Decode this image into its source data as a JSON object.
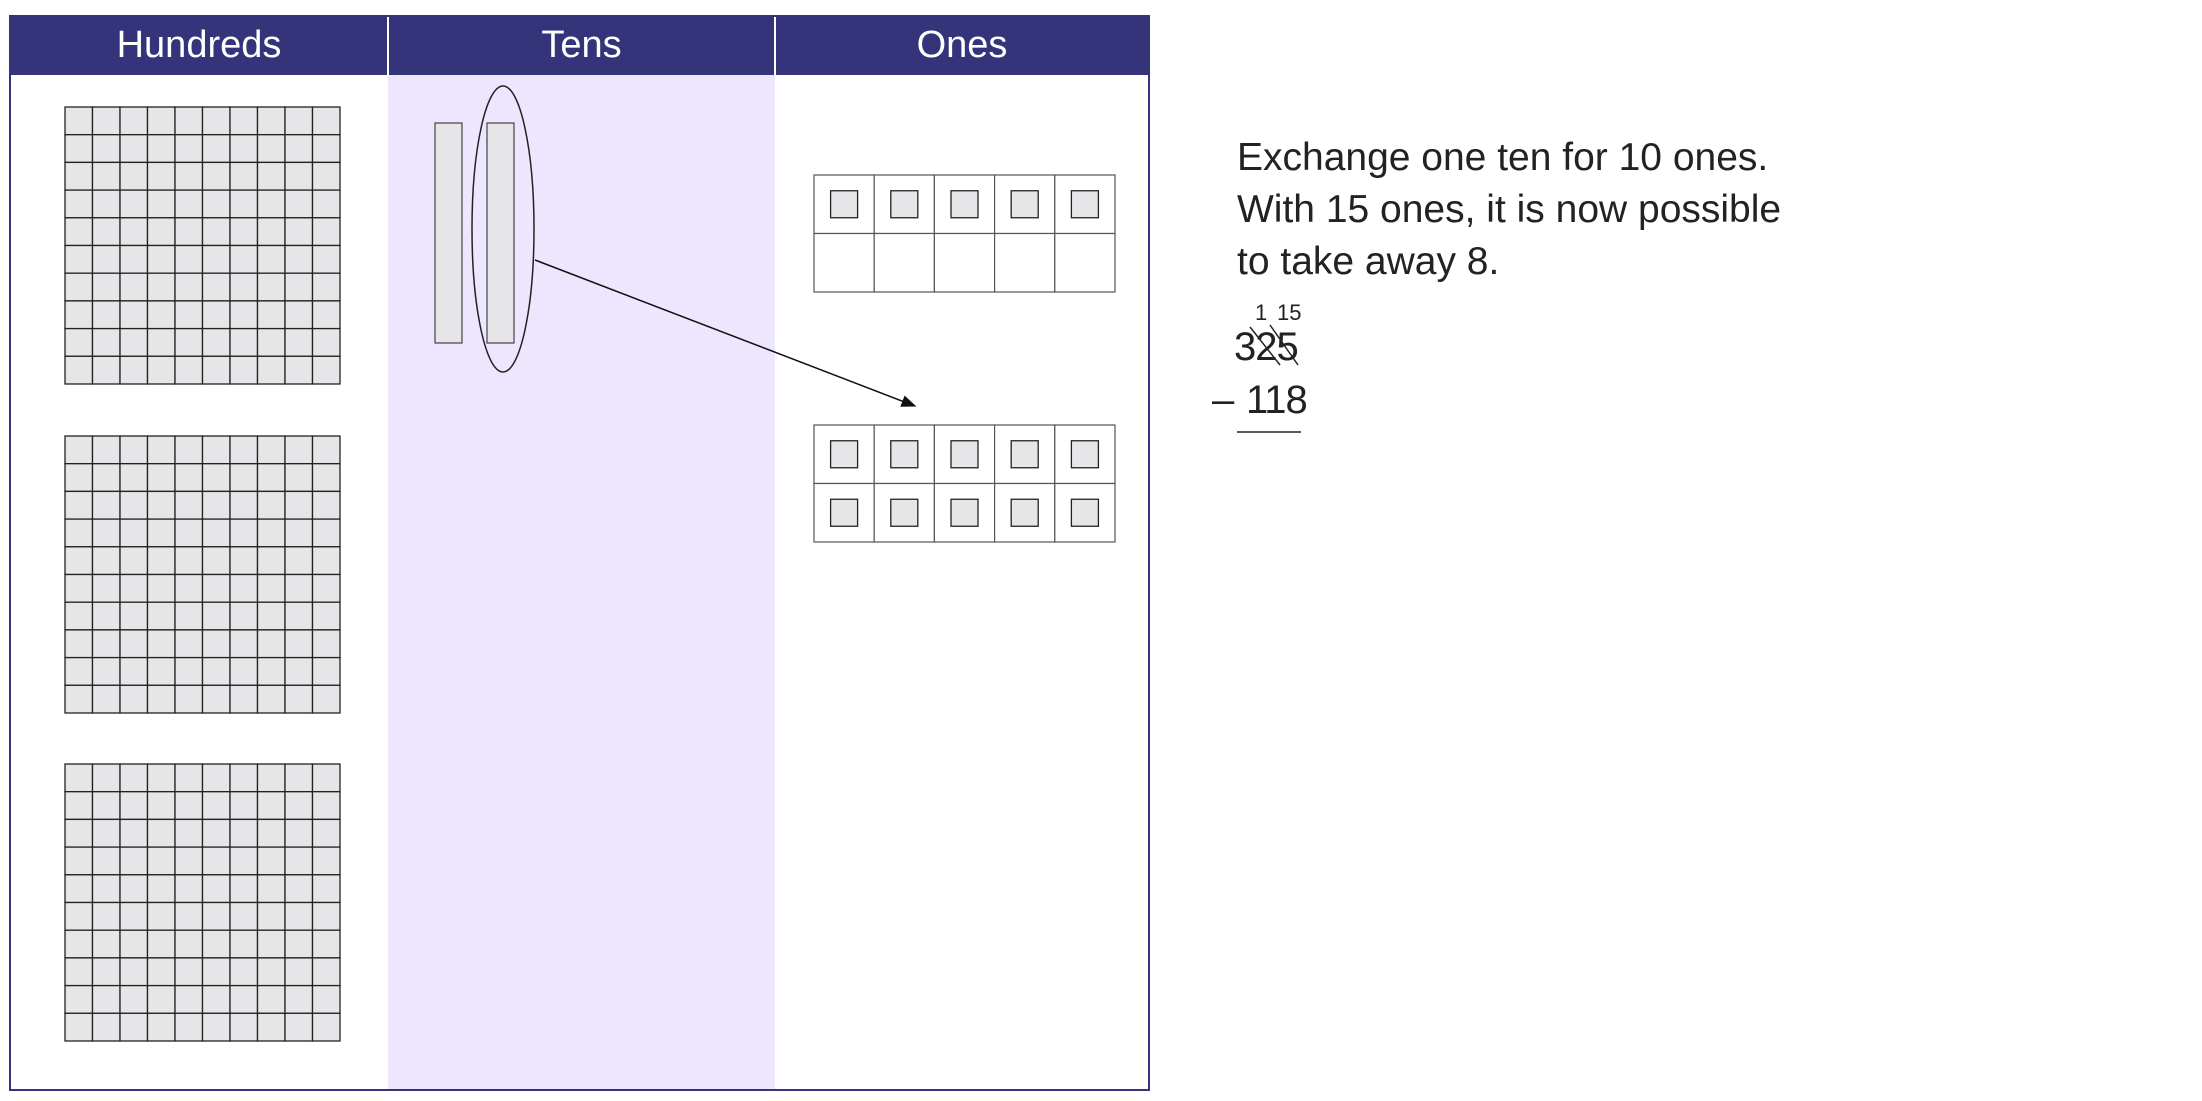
{
  "columns": [
    "Hundreds",
    "Tens",
    "Ones"
  ],
  "colors": {
    "header": "#35337a",
    "tens_bg": "#ede6fe",
    "block_fill": "#e6e6e8",
    "stroke": "#222222"
  },
  "place_values": {
    "hundreds_flats": 3,
    "tens_rods": 2,
    "tens_rods_circled": 1,
    "ones_frame_1_filled": 5,
    "ones_frame_2_filled": 10
  },
  "explanation": [
    "Exchange one ten for 10 ones.",
    "With 15 ones, it is now possible",
    "to take away 8."
  ],
  "subtraction": {
    "regroup_tens": "1",
    "regroup_ones": "15",
    "minuend": "325",
    "operator": "–",
    "subtrahend": "118"
  }
}
